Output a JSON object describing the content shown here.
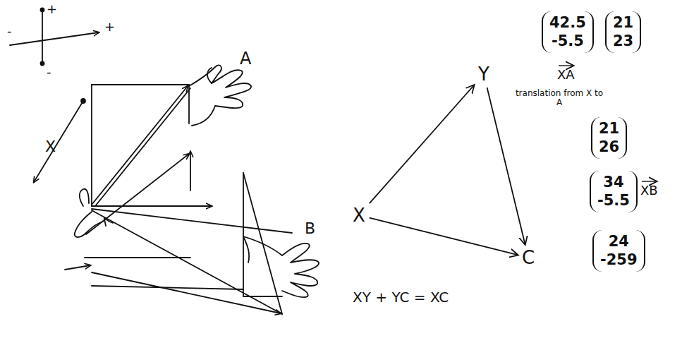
{
  "diagram": {
    "nodes": [
      {
        "text": [
          "X"
        ]
      },
      {
        "text": [
          "Y"
        ]
      },
      {
        "text": [
          "C"
        ]
      }
    ],
    "edges": [
      {
        "from": 0,
        "to": 1,
        "arrow": "to"
      },
      {
        "from": 1,
        "to": 2,
        "arrow": "to"
      },
      {
        "from": 0,
        "to": 2,
        "arrow": "to"
      }
    ],
    "labels": [
      "+",
      "-",
      "-",
      "+",
      "A",
      "X",
      "B",
      "XY + YC = XC",
      "42.5",
      "-5.5",
      "21",
      "23",
      "XA",
      "translation from X to A",
      "21",
      "26",
      "34",
      "-5.5",
      "XB",
      "24",
      "-259"
    ]
  }
}
